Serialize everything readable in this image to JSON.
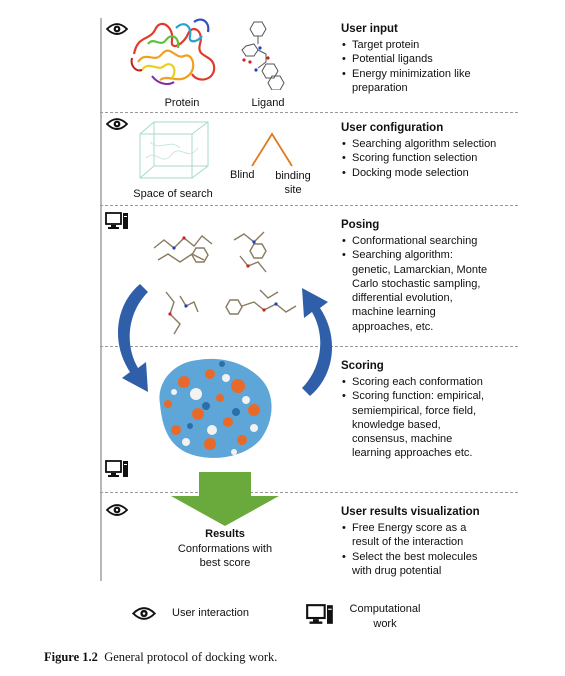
{
  "sections": [
    {
      "title": "User input",
      "items": [
        "Target protein",
        "Potential ligands",
        "Energy minimization like preparation"
      ],
      "icon": "eye-icon"
    },
    {
      "title": "User configuration",
      "items": [
        "Searching algorithm selection",
        "Scoring function selection",
        "Docking mode selection"
      ],
      "icon": "eye-icon"
    },
    {
      "title": "Posing",
      "items": [
        "Conformational searching",
        "Searching algorithm: genetic, Lamarckian, Monte Carlo stochastic sampling, differential evolution, machine learning approaches, etc."
      ],
      "icon": "computer-icon"
    },
    {
      "title": "Scoring",
      "items": [
        "Scoring each conformation",
        "Scoring function: empirical, semiempirical, force field, knowledge based, consensus, machine learning approaches etc."
      ],
      "icon": "computer-icon"
    },
    {
      "title": "User results visualization",
      "items": [
        "Free Energy score as a result of the interaction",
        "Select the best molecules with drug potential"
      ],
      "icon": "eye-icon"
    }
  ],
  "labels": {
    "protein": "Protein",
    "ligand": "Ligand",
    "space_of_search": "Space of search",
    "blind": "Blind",
    "binding_site": "binding site",
    "results_title": "Results",
    "results_sub": "Conformations with best score"
  },
  "legend": {
    "user_interaction": "User interaction",
    "computational_work": "Computational work"
  },
  "caption": {
    "label": "Figure 1.2",
    "text": "General protocol of docking work."
  },
  "colors": {
    "arrow_blue": "#2e5fa8",
    "results_green": "#6aaa3c",
    "blind_orange": "#e07a1f"
  }
}
